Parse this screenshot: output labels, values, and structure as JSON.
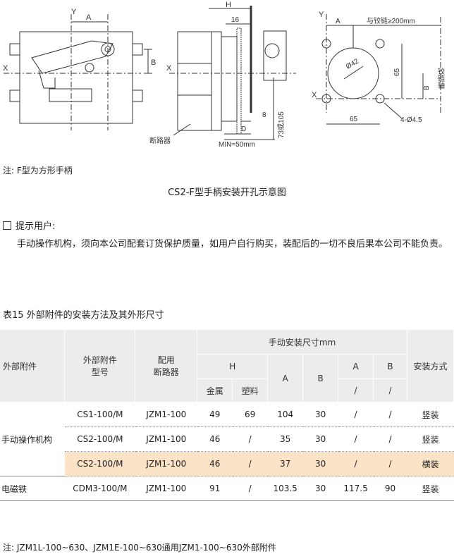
{
  "figure": {
    "left_labels": {
      "y": "Y",
      "a": "A",
      "b": "B",
      "x": "X"
    },
    "mid_labels": {
      "h": "H",
      "d16": "16",
      "x": "X",
      "d8": "8",
      "d": "D",
      "vert": "73或105",
      "min": "MIN=50mm",
      "breaker": "断路器"
    },
    "right_labels": {
      "y": "Y",
      "a": "A",
      "hinge_dist": "与铰链≥200mm",
      "dia": "Ø42",
      "b": "B",
      "d65v": "65",
      "d65h": "65",
      "holes": "4-Ø4.5",
      "x": "X",
      "hinge_axis": "铰链轴"
    }
  },
  "note1": "注:  F型为方形手柄",
  "caption": "CS2-F型手柄安装开孔示意图",
  "tip": {
    "title": "提示用户:",
    "body": "手动操作机构，须向本公司配套订货保护质量，如用户自行购买，装配后的一切不良后果本公司不能负责。"
  },
  "table_title": "表15 外部附件的安装方法及其外形尺寸",
  "table": {
    "headers": {
      "accessory": "外部附件",
      "model": "外部附件\n型号",
      "breaker": "配用\n断路器",
      "dims": "手动安装尺寸mm",
      "h": "H",
      "a": "A",
      "b": "B",
      "a2": "A",
      "b2": "B",
      "method": "安装方式",
      "metal": "金属",
      "plastic": "塑料",
      "slash1": "/",
      "slash2": "/"
    },
    "groups": [
      {
        "name": "手动操作机构",
        "rows": [
          {
            "model": "CS1-100/M",
            "breaker": "JZM1-100",
            "metal": "49",
            "plastic": "69",
            "a": "104",
            "b": "30",
            "a2": "/",
            "b2": "/",
            "method": "竖装"
          },
          {
            "model": "CS2-100/M",
            "breaker": "JZM1-100",
            "metal": "46",
            "plastic": "/",
            "a": "35",
            "b": "30",
            "a2": "/",
            "b2": "/",
            "method": "竖装"
          },
          {
            "model": "CS2-100/M",
            "breaker": "JZM1-100",
            "metal": "46",
            "plastic": "/",
            "a": "37",
            "b": "30",
            "a2": "/",
            "b2": "/",
            "method": "横装"
          }
        ]
      },
      {
        "name": "电磁铁",
        "rows": [
          {
            "model": "CDM3-100/M",
            "breaker": "JZM1-100",
            "metal": "91",
            "plastic": "/",
            "a": "103.5",
            "b": "30",
            "a2": "117.5",
            "b2": "90",
            "method": "竖装"
          }
        ]
      }
    ]
  },
  "note2": "注:  JZM1L-100~630、JZM1E-100~630通用JZM1-100~630外部附件"
}
